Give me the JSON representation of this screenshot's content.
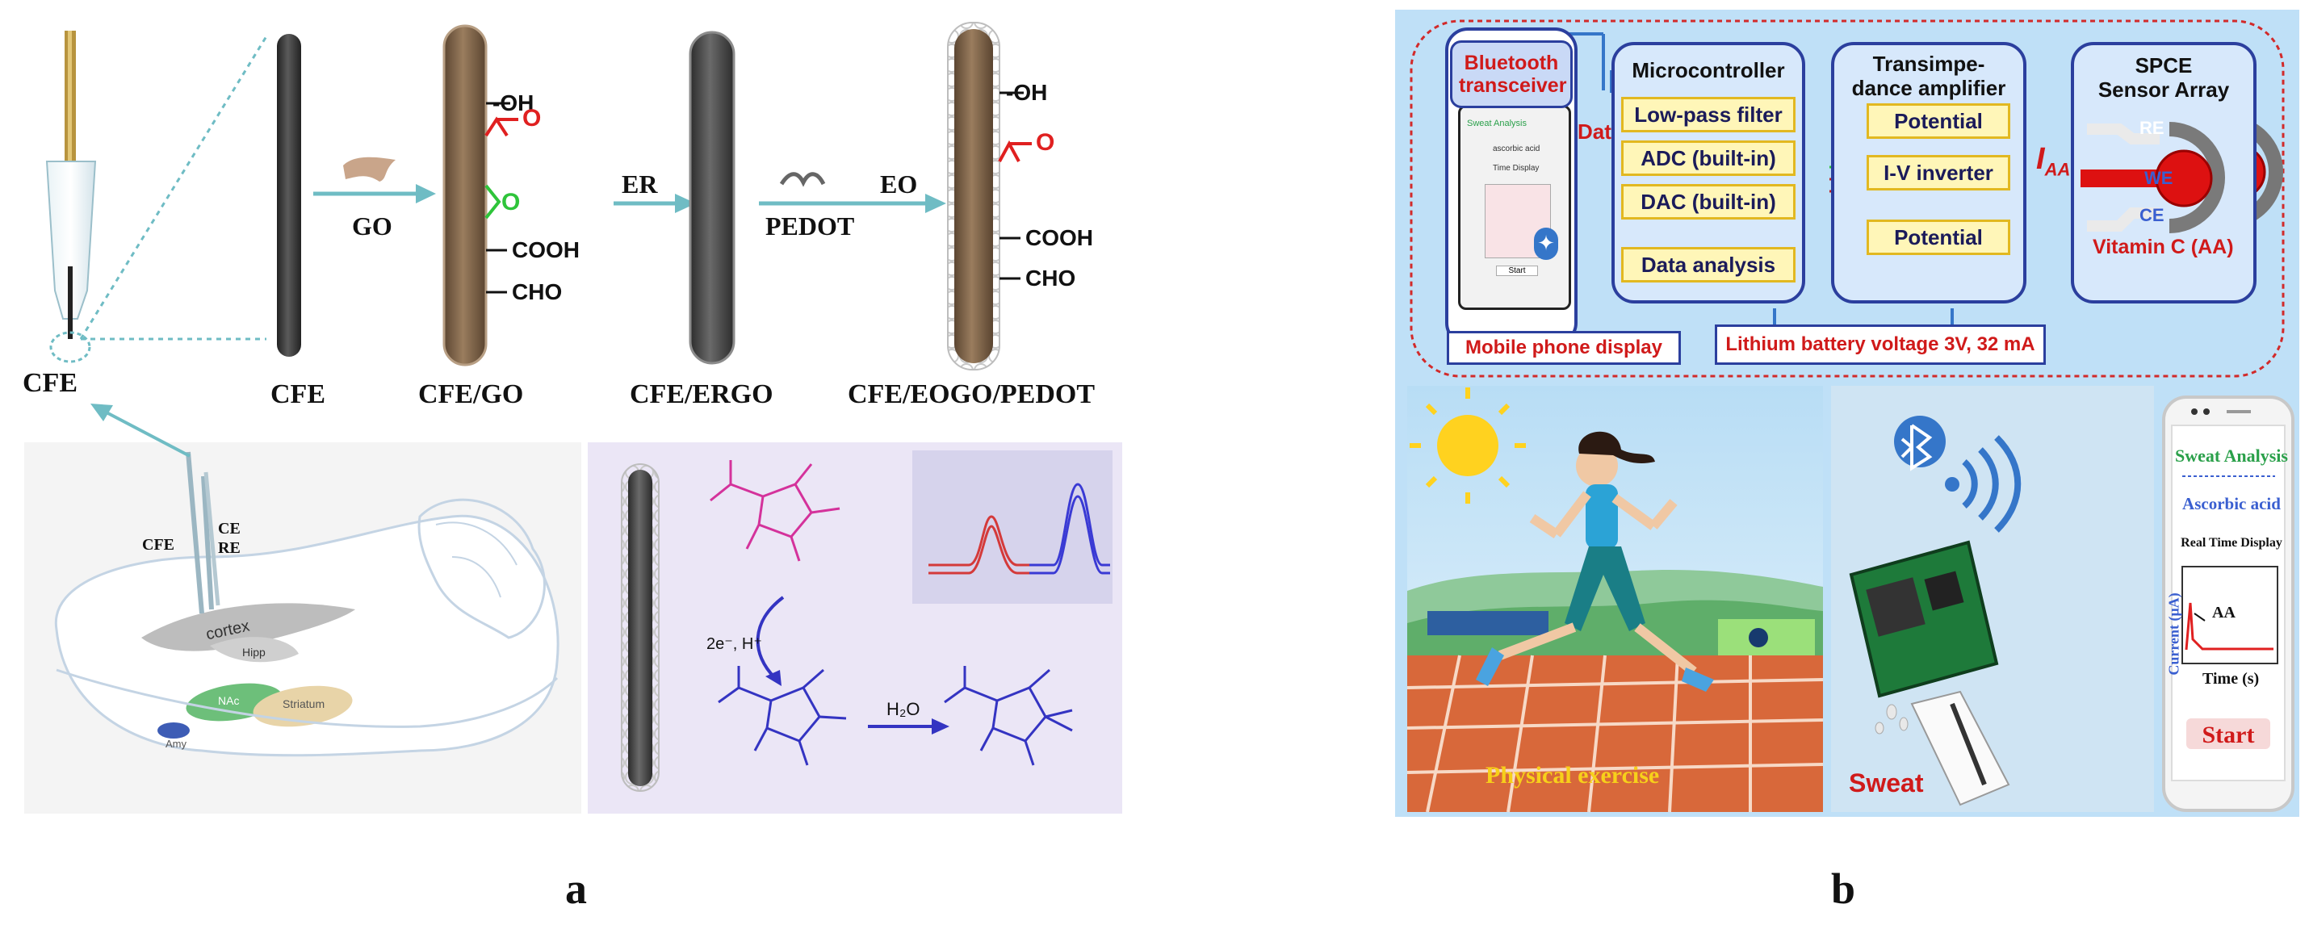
{
  "panel_a": {
    "panel_label": "a",
    "electrode_labels": [
      "CFE",
      "CFE",
      "CFE/GO",
      "CFE/ERGO",
      "CFE/EOGO/PEDOT"
    ],
    "arrow_labels": {
      "go": "GO",
      "er": "ER",
      "pedot": "PEDOT",
      "eo": "EO"
    },
    "go_groups": {
      "oh": "-OH",
      "cooh": "COOH",
      "cho": "CHO",
      "o_ketone": "O",
      "o_epoxide": "O"
    },
    "eogo_groups": {
      "oh": "-OH",
      "cooh": "COOH",
      "cho": "CHO",
      "o_ketone": "O"
    },
    "brain": {
      "cfe": "CFE",
      "ce": "CE",
      "re": "RE",
      "cortex": "cortex",
      "hipp": "Hipp",
      "nac": "NAc",
      "striatum": "Striatum",
      "amy": "Amy"
    },
    "reaction": {
      "electron_transfer": "2e⁻, H⁺",
      "water": "H₂O"
    },
    "colors": {
      "go_fiber": "#7a6248",
      "cfe_fiber": "#3f3f3f",
      "ergo_fiber": "#4a4a4a",
      "arrow": "#6fbcc4",
      "aa_molecule": "#d4329b",
      "dha_molecule": "#3434c2",
      "red_peak": "#d43a3a",
      "blue_peak": "#3a3ad4"
    }
  },
  "panel_b": {
    "panel_label": "b",
    "bluetooth": "Bluetooth transceiver",
    "data_label": "Data",
    "mobile_display": "Mobile phone display",
    "microcontroller": {
      "title": "Microcontroller",
      "blocks": [
        "Low-pass filter",
        "ADC (built-in)",
        "DAC (built-in)",
        "Data analysis"
      ]
    },
    "tia": {
      "title_line1": "Transimpe-",
      "title_line2": "dance amplifier",
      "blocks": [
        "Potential",
        "I-V inverter",
        "Potential"
      ]
    },
    "spce": {
      "title_line1": "SPCE",
      "title_line2": "Sensor Array",
      "re": "RE",
      "we": "WE",
      "ce": "CE",
      "target": "Vitamin C (AA)"
    },
    "current_label": "I",
    "current_subscript": "AA",
    "battery": "Lithium battery voltage 3V, 32 mA",
    "exercise": "Physical exercise",
    "sweat": "Sweat",
    "phone_app": {
      "title": "Sweat  Analysis",
      "analyte": "Ascorbic acid",
      "display": "Real Time Display",
      "ylabel": "Current  (μA)",
      "xlabel": "Time (s)",
      "peak_label": "AA",
      "button": "Start"
    },
    "mini_phone": {
      "line1": "Sweat Analysis",
      "line2": "ascorbic acid",
      "line3": "Time Display",
      "button": "Start"
    },
    "colors": {
      "frame_red": "#d22a2a",
      "box_blue": "#2b3f9e",
      "box_fill": "#d7e8fb",
      "yellow_block": "#fff6b8",
      "title_green": "#2aa04a",
      "analyte_blue": "#3a5fd0"
    }
  }
}
